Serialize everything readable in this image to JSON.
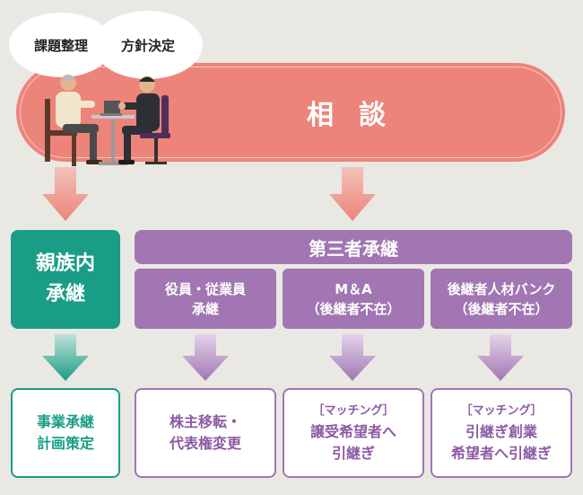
{
  "bubbles": {
    "issue_organization": "課題整理",
    "policy_decision": "方針決定"
  },
  "consultation": {
    "title": "相談"
  },
  "family_succession": {
    "line1": "親族内",
    "line2": "承継"
  },
  "third_party": {
    "title": "第三者承継",
    "options": [
      {
        "line1": "役員・従業員",
        "line2": "承継"
      },
      {
        "line1": "M＆A",
        "line2": "（後継者不在）"
      },
      {
        "line1": "後継者人材バンク",
        "line2": "（後継者不在）"
      }
    ]
  },
  "outcomes": {
    "family": {
      "line1": "事業承継",
      "line2": "計画策定"
    },
    "officers": {
      "line1": "株主移転・",
      "line2": "代表権変更"
    },
    "ma": {
      "tag": "［マッチング］",
      "line1": "譲受希望者へ",
      "line2": "引継ぎ"
    },
    "bank": {
      "tag": "［マッチング］",
      "line1": "引継ぎ創業",
      "line2": "希望者へ引継ぎ"
    }
  },
  "colors": {
    "consultation": "#ec847a",
    "family": "#1a9d86",
    "third_party": "#a176b3",
    "background": "#eae8e3"
  }
}
